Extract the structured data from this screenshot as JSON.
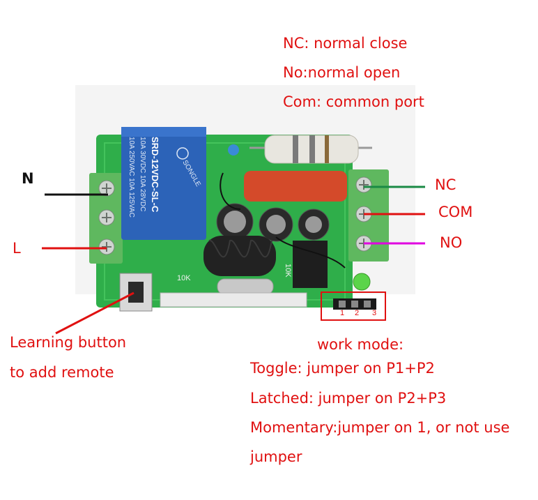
{
  "legend": {
    "nc": "NC: normal close",
    "no": "No:normal open",
    "com": "Com: common port"
  },
  "terminals": {
    "left_top": "N",
    "left_bottom": "L",
    "right_top": "NC",
    "right_middle": "COM",
    "right_bottom": "NO"
  },
  "learning": {
    "line1": "Learning button",
    "line2": "to add remote"
  },
  "work_mode": {
    "title": "work mode:",
    "toggle": "Toggle: jumper on P1+P2",
    "latched": "Latched: jumper on P2+P3",
    "momentary_line1": "Momentary:jumper on 1, or not use",
    "momentary_line2": "jumper"
  },
  "jumper_pins": [
    "1",
    "2",
    "3"
  ],
  "relay": {
    "label1": "10A 250VAC  10A 125VAC",
    "label2": "10A 30VDC  10A 28VDC",
    "model": "SRD-12VDC-SL-C",
    "brand": "SONGLE"
  },
  "pcb_text": {
    "r1": "10K",
    "r2": "10K"
  },
  "colors": {
    "label_red": "#e01010",
    "line_green": "#1a8a45",
    "line_magenta": "#e000e0",
    "line_black": "#111111",
    "pcb_green": "#2fae4a",
    "terminal_green": "#5fb85f",
    "relay_blue": "#2c63b8"
  }
}
